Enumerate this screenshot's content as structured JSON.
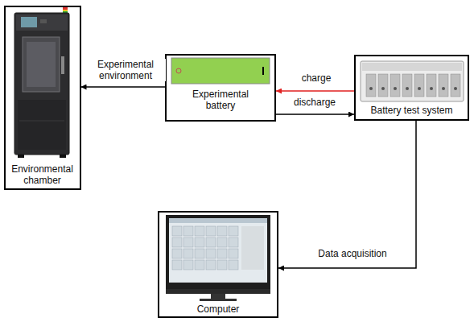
{
  "diagram": {
    "nodes": [
      {
        "text": [
          "Environmental chamber"
        ]
      },
      {
        "text": [
          "Experimental battery"
        ]
      },
      {
        "text": [
          "Battery test system"
        ]
      },
      {
        "text": [
          "Computer"
        ]
      }
    ],
    "edges": [
      {
        "from": 1,
        "to": 0,
        "arrow": "to",
        "label": "Experimental environment"
      },
      {
        "from": 2,
        "to": 1,
        "arrow": "to",
        "label": "charge"
      },
      {
        "from": 1,
        "to": 2,
        "arrow": "to",
        "label": "discharge"
      },
      {
        "from": 2,
        "to": 3,
        "arrow": "to",
        "label": "Data acquisition"
      }
    ]
  }
}
